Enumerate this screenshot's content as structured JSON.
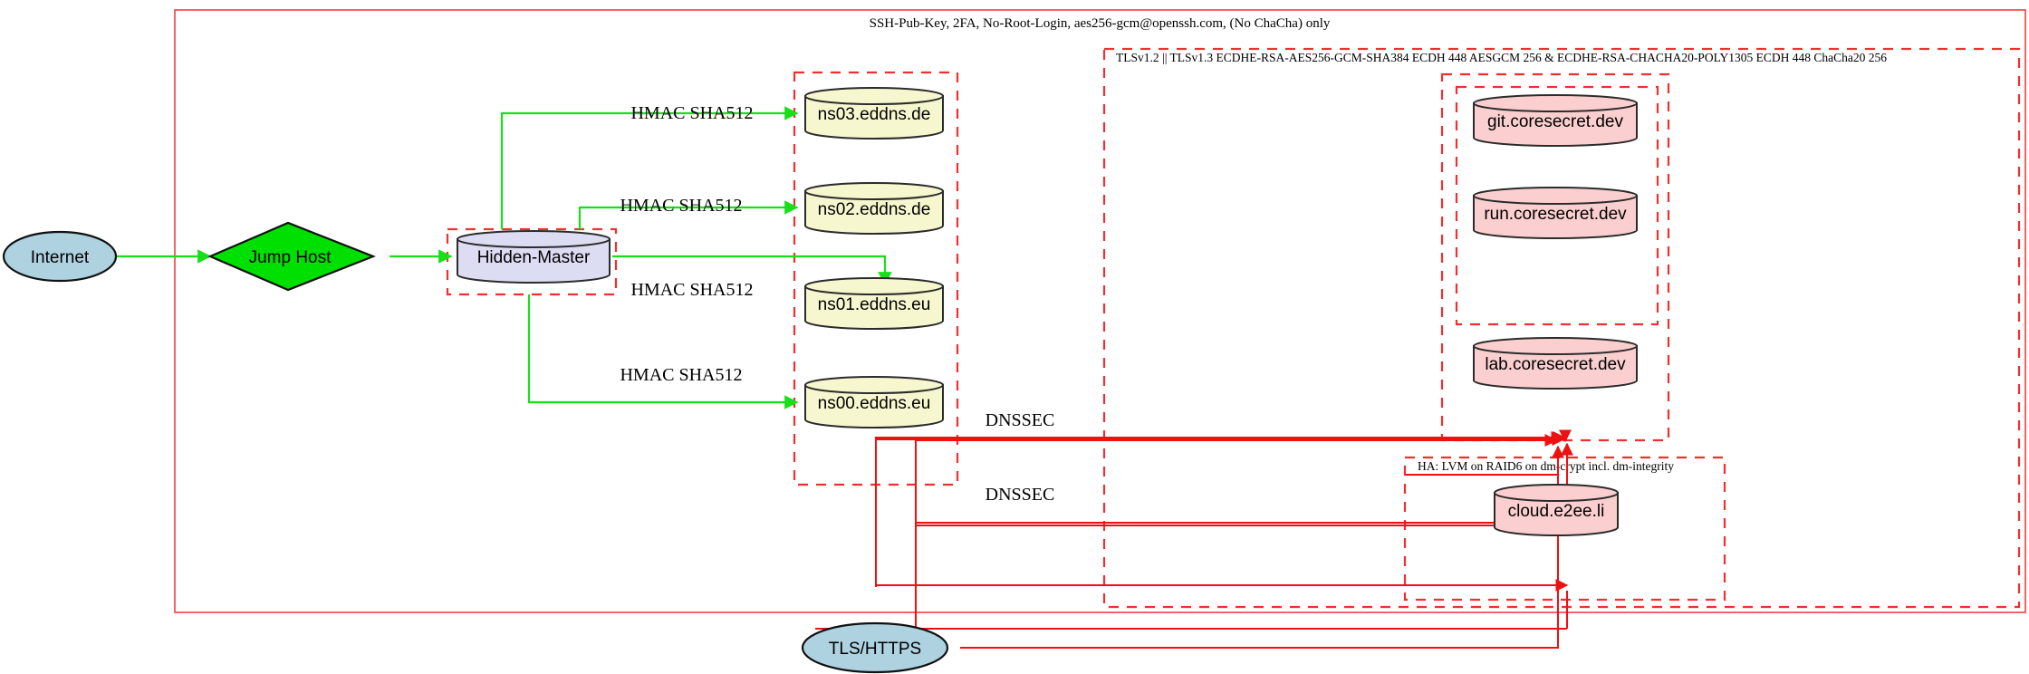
{
  "diagram": {
    "title_label": "SSH-Pub-Key, 2FA, No-Root-Login, aes256-gcm@openssh.com, (No ChaCha) only",
    "clusters": [
      {
        "id": "outer-ssh",
        "label": "SSH-Pub-Key, 2FA, No-Root-Login, aes256-gcm@openssh.com, (No ChaCha) only"
      },
      {
        "id": "tls-cluster",
        "label": "TLSv1.2 || TLSv1.3 ECDHE-RSA-AES256-GCM-SHA384 ECDH 448 AESGCM 256 & ECDHE-RSA-CHACHA20-POLY1305 ECDH 448 ChaCha20 256"
      },
      {
        "id": "ha-cluster",
        "label": "HA: LVM on RAID6 on dm-crypt incl. dm-integrity"
      },
      {
        "id": "hidden-master-cluster",
        "label": ""
      },
      {
        "id": "dns-cluster",
        "label": ""
      },
      {
        "id": "coresecret-cluster",
        "label": ""
      }
    ],
    "nodes": {
      "internet": {
        "label": "Internet",
        "shape": "ellipse",
        "color": "#aed2e0"
      },
      "jump_host": {
        "label": "Jump Host",
        "shape": "diamond",
        "color": "#00e000"
      },
      "hidden_master": {
        "label": "Hidden-Master",
        "shape": "cylinder",
        "color": "#dcdcf3"
      },
      "ns03": {
        "label": "ns03.eddns.de",
        "shape": "cylinder",
        "color": "#f7f7cf"
      },
      "ns02": {
        "label": "ns02.eddns.de",
        "shape": "cylinder",
        "color": "#f7f7cf"
      },
      "ns01": {
        "label": "ns01.eddns.eu",
        "shape": "cylinder",
        "color": "#f7f7cf"
      },
      "ns00": {
        "label": "ns00.eddns.eu",
        "shape": "cylinder",
        "color": "#f7f7cf"
      },
      "git": {
        "label": "git.coresecret.dev",
        "shape": "cylinder",
        "color": "#fbcfcf"
      },
      "run": {
        "label": "run.coresecret.dev",
        "shape": "cylinder",
        "color": "#fbcfcf"
      },
      "lab": {
        "label": "lab.coresecret.dev",
        "shape": "cylinder",
        "color": "#fbcfcf"
      },
      "cloud": {
        "label": "cloud.e2ee.li",
        "shape": "cylinder",
        "color": "#fbcfcf"
      },
      "tls_https": {
        "label": "TLS/HTTPS",
        "shape": "ellipse",
        "color": "#aed2e0"
      }
    },
    "edge_labels": {
      "hmac_ns03": "HMAC SHA512",
      "hmac_ns02": "HMAC SHA512",
      "hmac_ns01": "HMAC SHA512",
      "hmac_ns00": "HMAC SHA512",
      "dnssec_1": "DNSSEC",
      "dnssec_2": "DNSSEC"
    },
    "colors": {
      "edge_green": "#18e018",
      "edge_red": "#ee1111",
      "cluster_red": "#f03030",
      "node_blue": "#aed2e0",
      "node_green": "#00e000",
      "node_yellow": "#f7f7cf",
      "node_pink": "#fbcfcf",
      "node_lavender": "#dcdcf3"
    }
  }
}
